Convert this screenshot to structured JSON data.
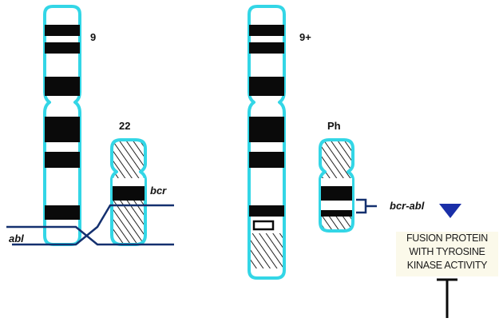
{
  "labels": {
    "chr9": "9",
    "chr22": "22",
    "chr9_derivative": "9+",
    "philadelphia": "Ph",
    "bcr": "bcr",
    "abl": "abl",
    "bcr_abl": "bcr-abl"
  },
  "fusion_protein": {
    "lines": [
      "FUSION PROTEIN",
      "WITH TYROSINE",
      "KINASE ACTIVITY"
    ]
  },
  "colors": {
    "outline": "#33d6e6",
    "band": "#0a0a0a",
    "line": "#14306f",
    "triangle": "#1a2fa8",
    "inhibitor": "#0a0a0a",
    "label_bg": "#fbf9ea"
  }
}
